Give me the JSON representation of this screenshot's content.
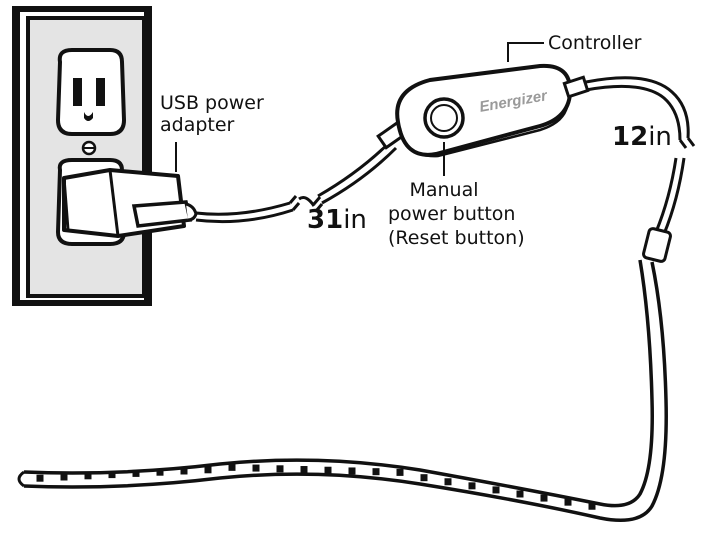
{
  "labels": {
    "controller": "Controller",
    "usb_adapter_line1": "USB power",
    "usb_adapter_line2": "adapter",
    "button_line1": "Manual",
    "button_line2": "power button",
    "button_line3": "(Reset button)"
  },
  "lengths": {
    "cable_to_adapter": {
      "value": "31",
      "unit": "in"
    },
    "cable_to_strip": {
      "value": "12",
      "unit": "in"
    }
  },
  "brand": "Energizer",
  "colors": {
    "line": "#111111",
    "background": "#ffffff",
    "wall_plate": "#e4e4e4"
  }
}
